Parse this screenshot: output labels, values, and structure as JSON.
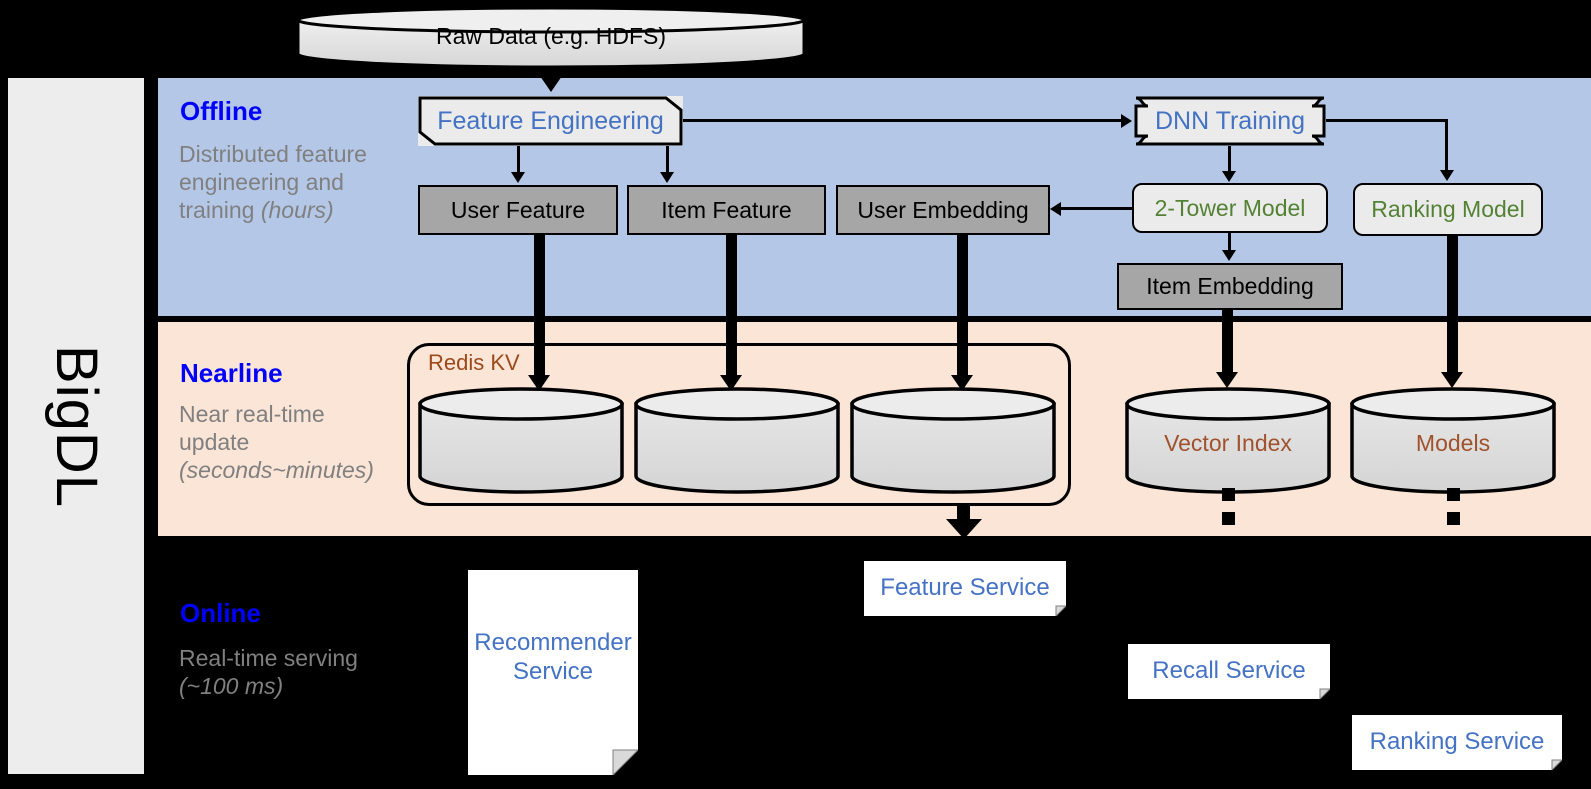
{
  "platform": {
    "name": "BigDL"
  },
  "source": {
    "label": "Raw Data (e.g. HDFS)"
  },
  "bands": [
    {
      "id": "offline",
      "title": "Offline",
      "desc_line1": "Distributed feature engineering and training ",
      "desc_em": "(hours)"
    },
    {
      "id": "nearline",
      "title": "Nearline",
      "desc_line1": "Near real-time update ",
      "desc_em": "(seconds~minutes)"
    },
    {
      "id": "online",
      "title": "Online",
      "desc_line1": "Real-time serving ",
      "desc_em": "(~100 ms)"
    }
  ],
  "offline": {
    "feature_engineering": "Feature Engineering",
    "dnn_training": "DNN Training",
    "user_feature": "User Feature",
    "item_feature": "Item Feature",
    "user_embedding": "User Embedding",
    "two_tower_model": "2-Tower Model",
    "ranking_model": "Ranking Model",
    "item_embedding": "Item Embedding"
  },
  "nearline": {
    "redis_kv": "Redis KV",
    "store_1": "",
    "store_2": "",
    "store_3": "",
    "vector_index": "Vector Index",
    "models": "Models"
  },
  "online": {
    "recommender_service": "Recommender Service",
    "feature_service": "Feature Service",
    "recall_service": "Recall Service",
    "ranking_service": "Ranking Service"
  },
  "colors": {
    "offline_band": "#b4c7e7",
    "nearline_band": "#fbe5d6",
    "online_band": "#000000",
    "rail": "#ededed",
    "title_blue": "#0000ff",
    "desc_grey": "#808080",
    "model_green": "#548235",
    "process_blue": "#4472c4",
    "redis_brown": "#9c4a1a",
    "store_label_brown": "#a0522d",
    "grey_box": "#a6a6a6",
    "light_box": "#ebebeb"
  }
}
